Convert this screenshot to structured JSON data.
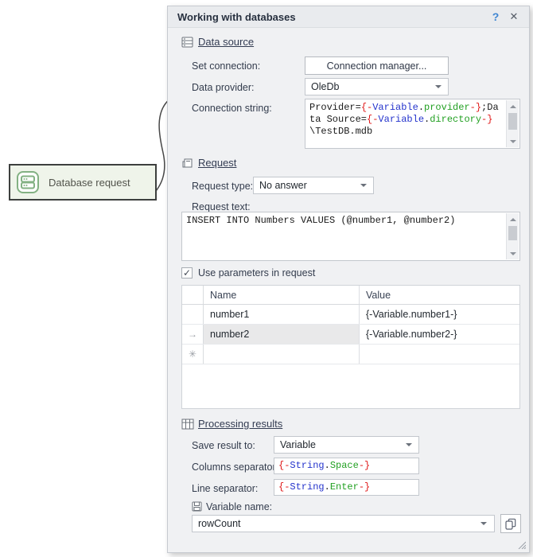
{
  "colors": {
    "accent_green": "#83b183",
    "code_brace": "#e01616",
    "code_namespace": "#2433cc",
    "code_member": "#22a022",
    "help_blue": "#3f86d2"
  },
  "flow_block": {
    "label": "Database request"
  },
  "window": {
    "title": "Working with databases",
    "help_glyph": "?",
    "close_glyph": "✕"
  },
  "data_source": {
    "title": "Data source",
    "set_connection": {
      "label": "Set connection:",
      "button": "Connection manager..."
    },
    "data_provider": {
      "label": "Data provider:",
      "value": "OleDb"
    },
    "connection_string": {
      "label": "Connection string:",
      "segments": [
        {
          "t": "Provider=",
          "c": "plain"
        },
        {
          "t": "{-",
          "c": "brace"
        },
        {
          "t": "Variable",
          "c": "ns"
        },
        {
          "t": ".",
          "c": "plain"
        },
        {
          "t": "provider",
          "c": "member"
        },
        {
          "t": "-}",
          "c": "brace"
        },
        {
          "t": ";Data Source=",
          "c": "plain"
        },
        {
          "t": "{-",
          "c": "brace"
        },
        {
          "t": "Variable",
          "c": "ns"
        },
        {
          "t": ".",
          "c": "plain"
        },
        {
          "t": "directory",
          "c": "member"
        },
        {
          "t": "-}",
          "c": "brace"
        },
        {
          "t": "\\TestDB.mdb",
          "c": "plain"
        }
      ]
    }
  },
  "request": {
    "title": "Request",
    "request_type": {
      "label": "Request type:",
      "value": "No answer"
    },
    "request_text": {
      "label": "Request text:",
      "value": "INSERT INTO Numbers VALUES (@number1, @number2)"
    },
    "use_parameters": {
      "label": "Use parameters in request",
      "checked": true,
      "check_glyph": "✓"
    },
    "parameters_table": {
      "columns": {
        "name": "Name",
        "value": "Value"
      },
      "current_row_marker": "→",
      "new_row_marker": "✳",
      "rows": [
        {
          "name": "number1",
          "value": "{-Variable.number1-}"
        },
        {
          "name": "number2",
          "value": "{-Variable.number2-}",
          "selected": true
        },
        {
          "name": "",
          "value": ""
        }
      ]
    }
  },
  "processing": {
    "title": "Processing results",
    "save_result": {
      "label": "Save result to:",
      "value": "Variable"
    },
    "columns_separator": {
      "label": "Columns separator:",
      "segments": [
        {
          "t": "{-",
          "c": "brace"
        },
        {
          "t": "String",
          "c": "ns"
        },
        {
          "t": ".",
          "c": "plain"
        },
        {
          "t": "Space",
          "c": "member"
        },
        {
          "t": "-}",
          "c": "brace"
        }
      ]
    },
    "line_separator": {
      "label": "Line separator:",
      "segments": [
        {
          "t": "{-",
          "c": "brace"
        },
        {
          "t": "String",
          "c": "ns"
        },
        {
          "t": ".",
          "c": "plain"
        },
        {
          "t": "Enter",
          "c": "member"
        },
        {
          "t": "-}",
          "c": "brace"
        }
      ]
    },
    "variable_name": {
      "label": "Variable name:",
      "value": "rowCount"
    }
  }
}
